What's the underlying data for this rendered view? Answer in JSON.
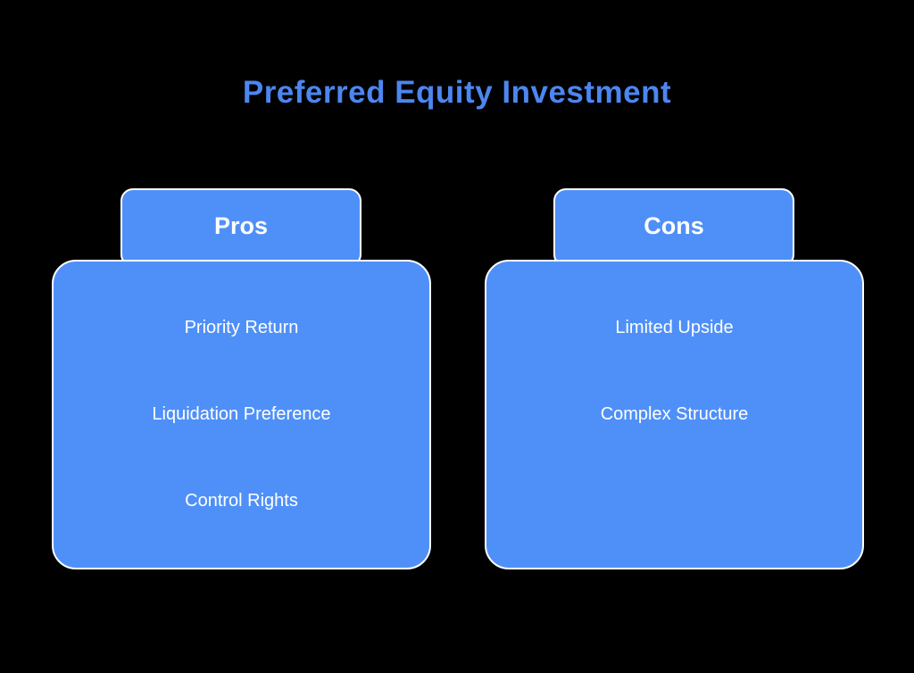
{
  "title": "Preferred Equity Investment",
  "colors": {
    "background": "#000000",
    "box_fill": "#4f90f8",
    "box_border": "#ffffff",
    "title_text": "#4c86f0",
    "item_text": "#ffffff"
  },
  "columns": {
    "pros": {
      "tab_label": "Pros",
      "items": [
        "Priority Return",
        "Liquidation Preference",
        "Control Rights"
      ]
    },
    "cons": {
      "tab_label": "Cons",
      "items": [
        "Limited Upside",
        "Complex Structure"
      ]
    }
  }
}
